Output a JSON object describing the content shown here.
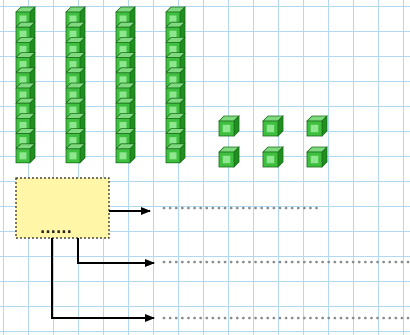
{
  "tens_rods": {
    "count": 4,
    "cubes_per_rod": 10
  },
  "ones_cubes": {
    "count": 6
  },
  "answer_box": {
    "blank": "......"
  },
  "answer_lines": [
    {
      "blank": ""
    },
    {
      "blank": ""
    },
    {
      "blank": ""
    }
  ],
  "colors": {
    "cube_face": "#3fbf3f",
    "cube_inner": "#8ee68e",
    "cube_side": "#1f8f1f",
    "cube_top": "#7fd97f",
    "cube_edge": "#1a6e1a",
    "box_fill": "#fff6a8",
    "arrow": "#000000",
    "dotted_line": "#8a8a8a"
  }
}
